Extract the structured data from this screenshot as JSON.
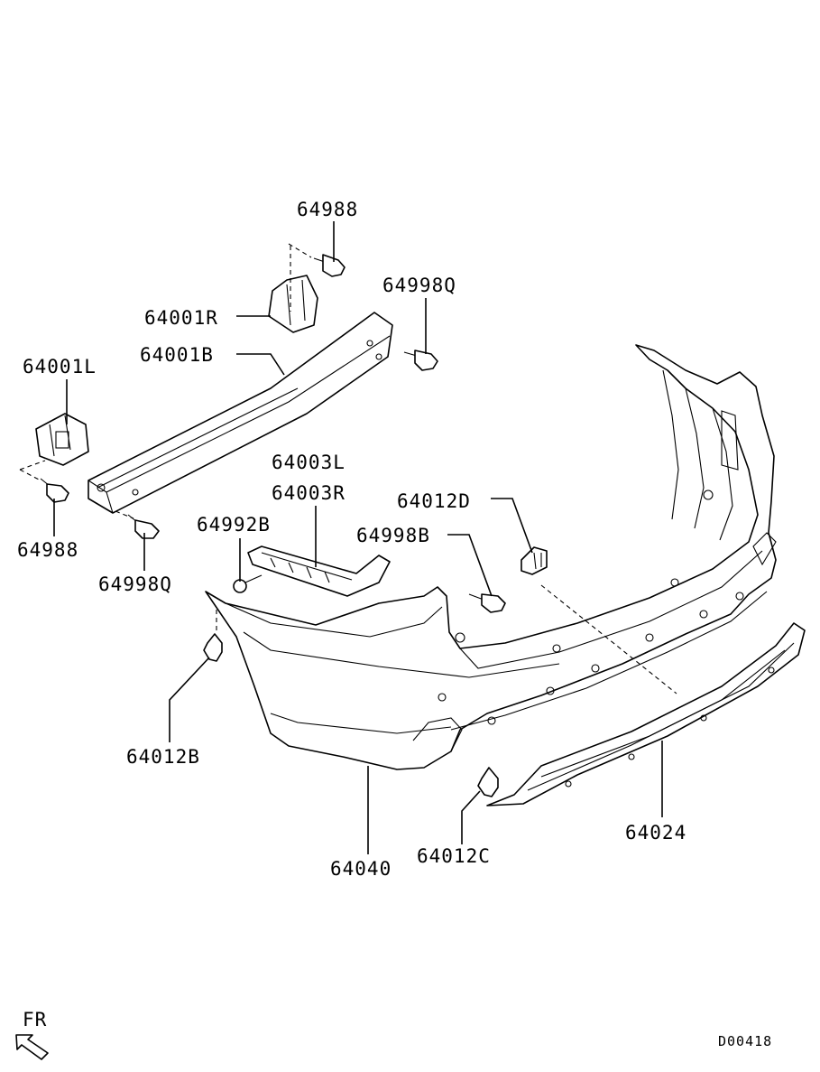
{
  "diagram": {
    "labels": {
      "bolt_64988_top": "64988",
      "bolt_64998q_right": "64998Q",
      "bracket_64001r": "64001R",
      "beam_64001b": "64001B",
      "bracket_64001l": "64001L",
      "bolt_64988_left": "64988",
      "bolt_64998q_left": "64998Q",
      "retainer_64003l": "64003L",
      "retainer_64003r": "64003R",
      "screw_64992b": "64992B",
      "bolt_64998b": "64998B",
      "clip_64012d": "64012D",
      "clip_64012b": "64012B",
      "bumper_64040": "64040",
      "clip_64012c": "64012C",
      "garnish_64024": "64024"
    },
    "direction_indicator": "FR",
    "diagram_code": "D00418"
  }
}
